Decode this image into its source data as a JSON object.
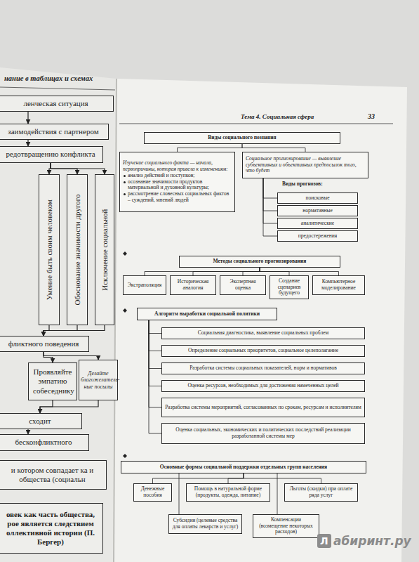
{
  "diagram": {
    "nodes": [
      {
        "text": [
          "ленческая ситуация"
        ]
      },
      {
        "text": [
          "заимодействия с партнером"
        ]
      },
      {
        "text": [
          "редотвращению конфликта"
        ]
      },
      {
        "text": [
          "Умение быть своим человеком"
        ]
      },
      {
        "text": [
          "Обоснование значимости другого"
        ]
      },
      {
        "text": [
          "Исключение социальной"
        ]
      },
      {
        "text": [
          "фликтного поведения"
        ]
      },
      {
        "text": [
          "Проявляйте эмпатию собеседнику"
        ]
      },
      {
        "text": [
          "Делайте благожелатель- ные посылы"
        ]
      },
      {
        "text": [
          "сходит"
        ]
      },
      {
        "text": [
          "бесконфликтного"
        ]
      },
      {
        "text": [
          "и котором совпадает ка и общества (социальн"
        ]
      },
      {
        "text": [
          "овек как часть общества, рое является следствием оллективной истории (П. Бергер)"
        ]
      },
      {
        "text": [
          "Виды социального познания"
        ]
      },
      {
        "text": [
          "Изучение социального факта — начала, первопричины, которая привела к изменениям:",
          "анализ действий и поступков;",
          "осознание значимости продуктов материальной и духовной культуры;",
          "рассмотрение словесных социальных фактов – суждений, мнений людей"
        ]
      },
      {
        "text": [
          "Социальное прогнозирование — выявление субъективных и объективных предпосылок того, что будет"
        ]
      },
      {
        "text": [
          "поисковые"
        ]
      },
      {
        "text": [
          "нормативные"
        ]
      },
      {
        "text": [
          "аналитические"
        ]
      },
      {
        "text": [
          "предостережения"
        ]
      },
      {
        "text": [
          "Методы социального прогнозирования"
        ]
      },
      {
        "text": [
          "Экстраполяция"
        ]
      },
      {
        "text": [
          "Историческая аналогия"
        ]
      },
      {
        "text": [
          "Экспертная оценка"
        ]
      },
      {
        "text": [
          "Создание сценариев будущего"
        ]
      },
      {
        "text": [
          "Компьютерное моделирование"
        ]
      },
      {
        "text": [
          "Алгоритм выработки социальной политики"
        ]
      },
      {
        "text": [
          "Социальная диагностика, выявление социальных проблем"
        ]
      },
      {
        "text": [
          "Определение социальных приоритетов, социальное целеполагание"
        ]
      },
      {
        "text": [
          "Разработка системы социальных показателей, норм и нормативов"
        ]
      },
      {
        "text": [
          "Оценка ресурсов, необходимых для достижения намеченных целей"
        ]
      },
      {
        "text": [
          "Разработка системы мероприятий, согласованных по срокам, ресурсам и исполнителям"
        ]
      },
      {
        "text": [
          "Оценка социальных, экономических и политических последствий реализации разработанной системы мер"
        ]
      },
      {
        "text": [
          "Основные формы социальной поддержки отдельных групп населения"
        ]
      },
      {
        "text": [
          "Денежные пособия"
        ]
      },
      {
        "text": [
          "Помощь в натуральной форме (продукты, одежда, питание)"
        ]
      },
      {
        "text": [
          "Льготы (скидки) при оплате ряда услуг"
        ]
      },
      {
        "text": [
          "Субсидии (целевые средства для оплаты лекарств и услуг)"
        ]
      },
      {
        "text": [
          "Компенсации (возмещение некоторых расходов)"
        ]
      }
    ],
    "edges": [
      {
        "from": 0,
        "to": 1,
        "arrow": "to"
      },
      {
        "from": 1,
        "to": 2,
        "arrow": "to"
      },
      {
        "from": 2,
        "to": 3,
        "arrow": "to"
      },
      {
        "from": 2,
        "to": 4,
        "arrow": "to"
      },
      {
        "from": 2,
        "to": 5,
        "arrow": "to"
      },
      {
        "from": 3,
        "to": 6,
        "arrow": "to"
      },
      {
        "from": 4,
        "to": 6,
        "arrow": "to"
      },
      {
        "from": 5,
        "to": 6,
        "arrow": "to"
      },
      {
        "from": 6,
        "to": 7,
        "arrow": "to"
      },
      {
        "from": 6,
        "to": 8,
        "arrow": "to"
      },
      {
        "from": 7,
        "to": 9,
        "arrow": "to"
      },
      {
        "from": 8,
        "to": 9,
        "arrow": "to"
      },
      {
        "from": 9,
        "to": 10,
        "arrow": "to"
      },
      {
        "from": 13,
        "to": 14,
        "arrow": "none"
      },
      {
        "from": 13,
        "to": 15,
        "arrow": "none"
      },
      {
        "from": 15,
        "to": 16,
        "arrow": "none"
      },
      {
        "from": 15,
        "to": 17,
        "arrow": "none"
      },
      {
        "from": 15,
        "to": 18,
        "arrow": "none"
      },
      {
        "from": 15,
        "to": 19,
        "arrow": "none"
      },
      {
        "from": 20,
        "to": 21,
        "arrow": "none"
      },
      {
        "from": 20,
        "to": 22,
        "arrow": "none"
      },
      {
        "from": 20,
        "to": 23,
        "arrow": "none"
      },
      {
        "from": 20,
        "to": 24,
        "arrow": "none"
      },
      {
        "from": 20,
        "to": 25,
        "arrow": "none"
      },
      {
        "from": 26,
        "to": 27,
        "arrow": "none"
      },
      {
        "from": 26,
        "to": 28,
        "arrow": "none"
      },
      {
        "from": 26,
        "to": 29,
        "arrow": "none"
      },
      {
        "from": 26,
        "to": 30,
        "arrow": "none"
      },
      {
        "from": 26,
        "to": 31,
        "arrow": "none"
      },
      {
        "from": 26,
        "to": 32,
        "arrow": "none"
      },
      {
        "from": 33,
        "to": 34,
        "arrow": "none"
      },
      {
        "from": 33,
        "to": 35,
        "arrow": "none"
      },
      {
        "from": 33,
        "to": 36,
        "arrow": "none"
      },
      {
        "from": 33,
        "to": 37,
        "arrow": "none"
      },
      {
        "from": 33,
        "to": 38,
        "arrow": "none"
      }
    ],
    "labels": [
      "нание в таблицах и схемах",
      "Тема 4. Социальная сфера",
      "33",
      "Виды прогнозов:",
      "Л",
      "абиринт.ру"
    ]
  }
}
